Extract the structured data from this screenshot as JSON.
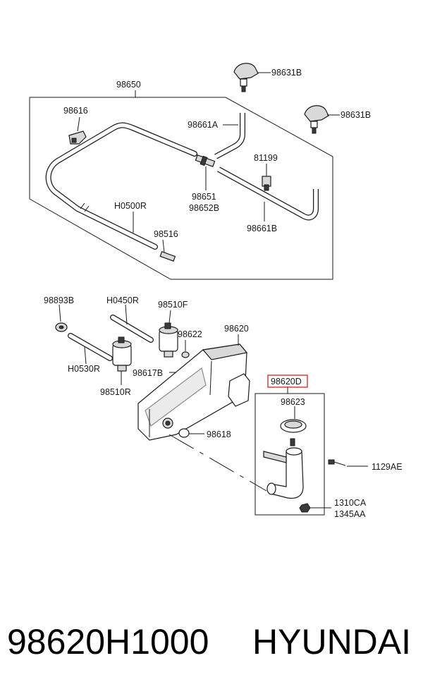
{
  "labels": {
    "p98650": "98650",
    "p98631B_a": "98631B",
    "p98631B_b": "98631B",
    "p98616": "98616",
    "p98661A": "98661A",
    "p81199": "81199",
    "p98651": "98651",
    "p98652B": "98652B",
    "pH0500R": "H0500R",
    "p98516": "98516",
    "p98661B": "98661B",
    "p98893B": "98893B",
    "pH0450R": "H0450R",
    "p98510F": "98510F",
    "p98622": "98622",
    "p98620": "98620",
    "pH0530R": "H0530R",
    "p98510R": "98510R",
    "p98617B": "98617B",
    "p98620D": "98620D",
    "p98623": "98623",
    "p98618": "98618",
    "p1129AE": "1129AE",
    "p1310CA": "1310CA",
    "p1345AA": "1345AA"
  },
  "highlight_color": "#e02020",
  "caption": {
    "part_number": "98620H1000",
    "brand": "HYUNDAI"
  }
}
